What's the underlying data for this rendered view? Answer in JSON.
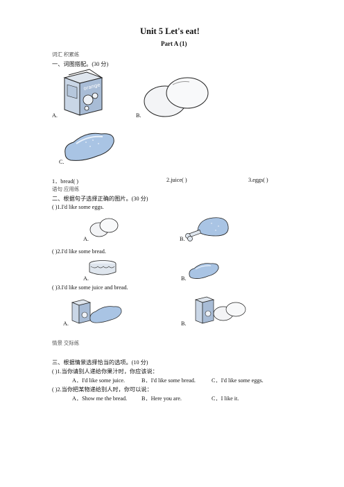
{
  "title": "Unit 5    Let's eat!",
  "subtitle": "Part A (1)",
  "sec1": {
    "tag": "词汇  积累练",
    "heading": "一、词图搭配。(30 分)",
    "labels": [
      "A.",
      "B.",
      "C."
    ],
    "carton_text": "orange",
    "items": [
      "1．bread(        )",
      "2.juice(        )",
      "3.eggs(        )"
    ]
  },
  "sec2": {
    "tag": "语句  应用练",
    "heading": "二、根据句子选择正确的图片。(30 分)",
    "q1": "(        )1.I'd like some eggs.",
    "q2": "(        )2.I'd like some bread.",
    "q3": "(        )3.I'd like some juice and bread.",
    "labels": [
      "A.",
      "B."
    ]
  },
  "sec3": {
    "tag": "情景  交际练",
    "heading": "三、根据情景选择恰当的选项。(10 分)",
    "q1": "(        )1.当你请别人递给你果汁时，你应该说：",
    "q1_options": [
      "A．I'd like some juice.",
      "B．I'd like some bread.",
      "C．I'd like some eggs."
    ],
    "q2": "(        )2.当你把某物递给别人时，你可以说：",
    "q2_options": [
      "A．Show me the bread.",
      "B．Here you are.",
      "C．I like it."
    ]
  }
}
